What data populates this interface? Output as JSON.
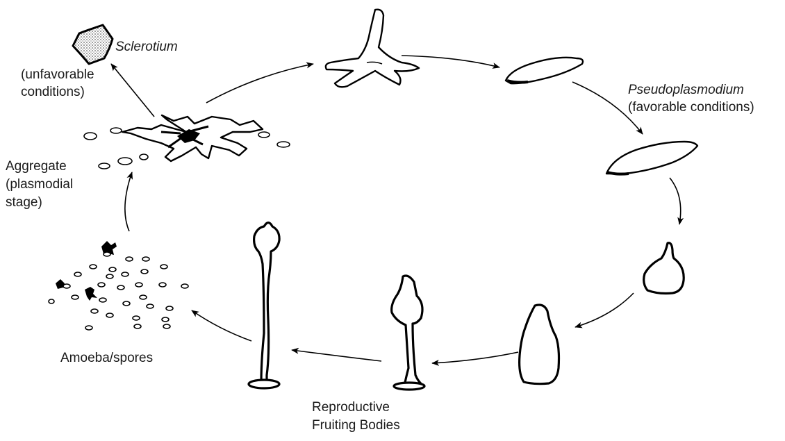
{
  "labels": {
    "sclerotium": "Sclerotium",
    "unfavorable_1": "(unfavorable",
    "unfavorable_2": "conditions)",
    "pseudoplasmodium": "Pseudoplasmodium",
    "favorable": "(favorable conditions)",
    "aggregate_1": "Aggregate",
    "aggregate_2": "(plasmodial",
    "aggregate_3": "stage)",
    "amoeba": "Amoeba/spores",
    "fruiting_1": "Reproductive",
    "fruiting_2": "Fruiting Bodies"
  }
}
